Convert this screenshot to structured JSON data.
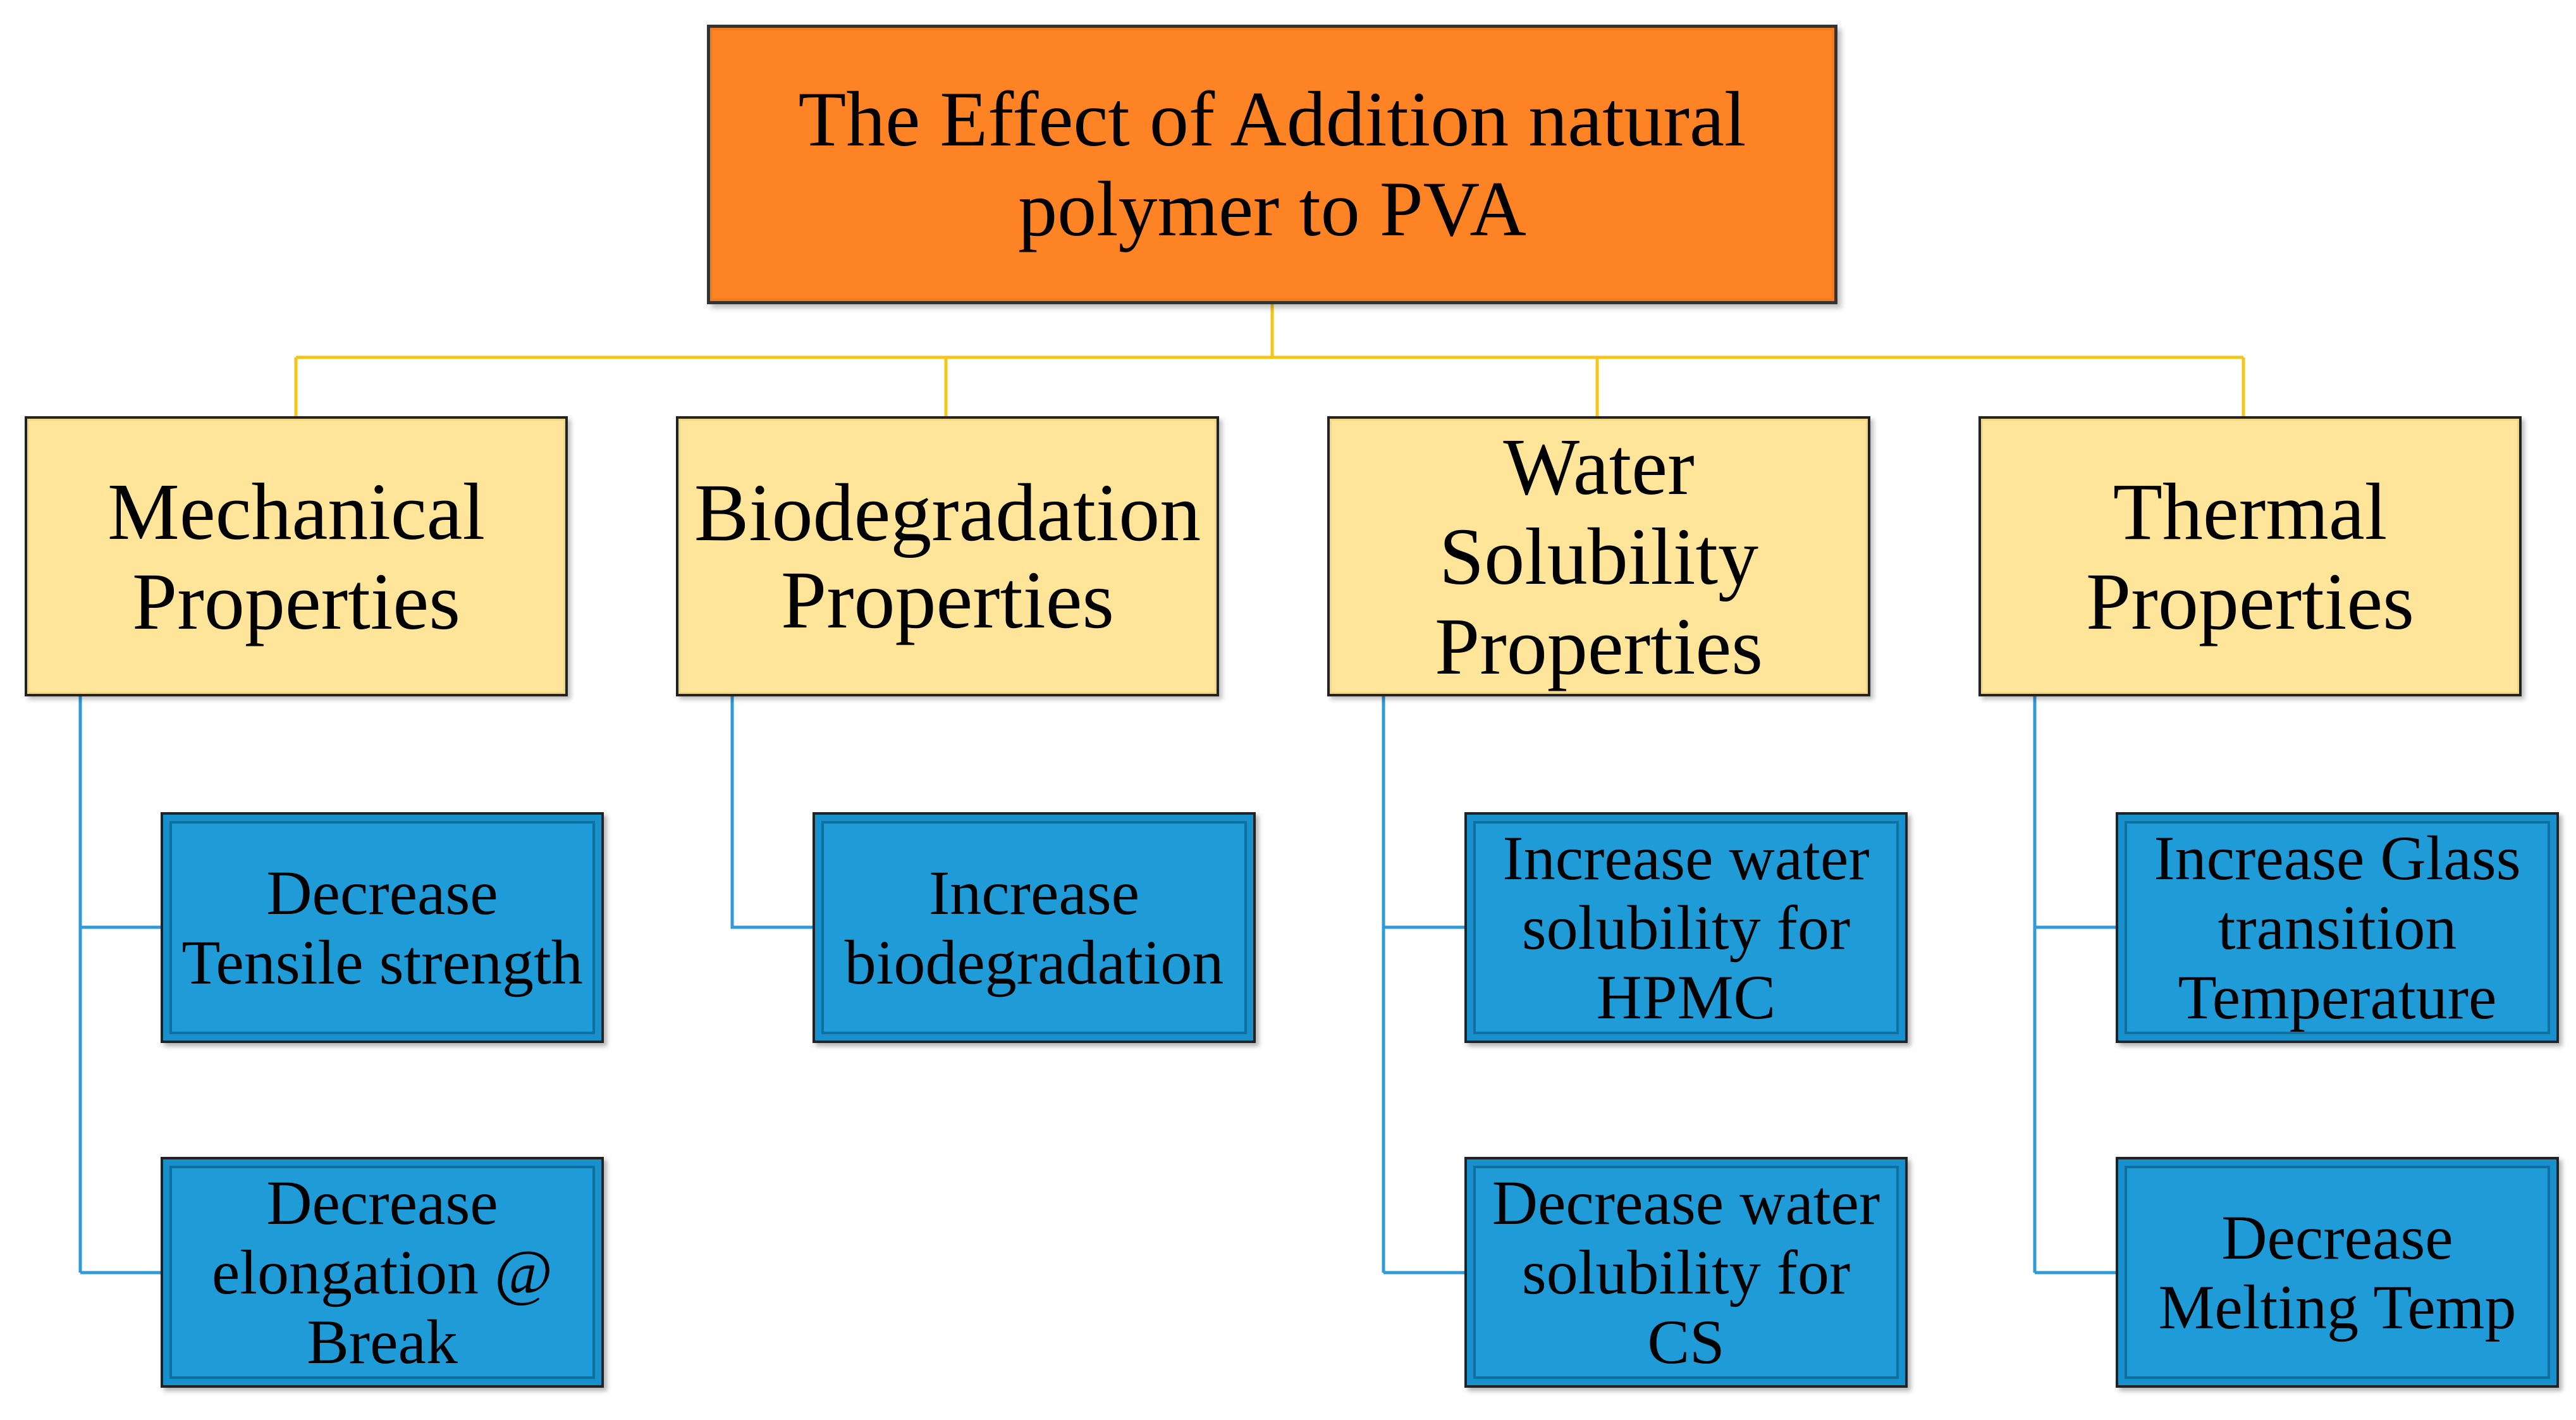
{
  "root": {
    "label": "The Effect of Addition natural\npolymer to PVA"
  },
  "categories": [
    {
      "label": "Mechanical\nProperties",
      "effects": [
        "Decrease\nTensile strength",
        "Decrease\nelongation @\nBreak"
      ]
    },
    {
      "label": "Biodegradation\nProperties",
      "effects": [
        "Increase\nbiodegradation"
      ]
    },
    {
      "label": "Water\nSolubility\nProperties",
      "effects": [
        "Increase water\nsolubility for\nHPMC",
        "Decrease water\nsolubility for\nCS"
      ]
    },
    {
      "label": "Thermal\nProperties",
      "effects": [
        "Increase Glass\ntransition\nTemperature",
        "Decrease\nMelting Temp"
      ]
    }
  ],
  "colors": {
    "root_fill": "#fd8324",
    "category_fill": "#ffe599",
    "effect_fill": "#1f9bd7",
    "top_connector": "#f5c518",
    "side_connector": "#2e9ad8"
  }
}
